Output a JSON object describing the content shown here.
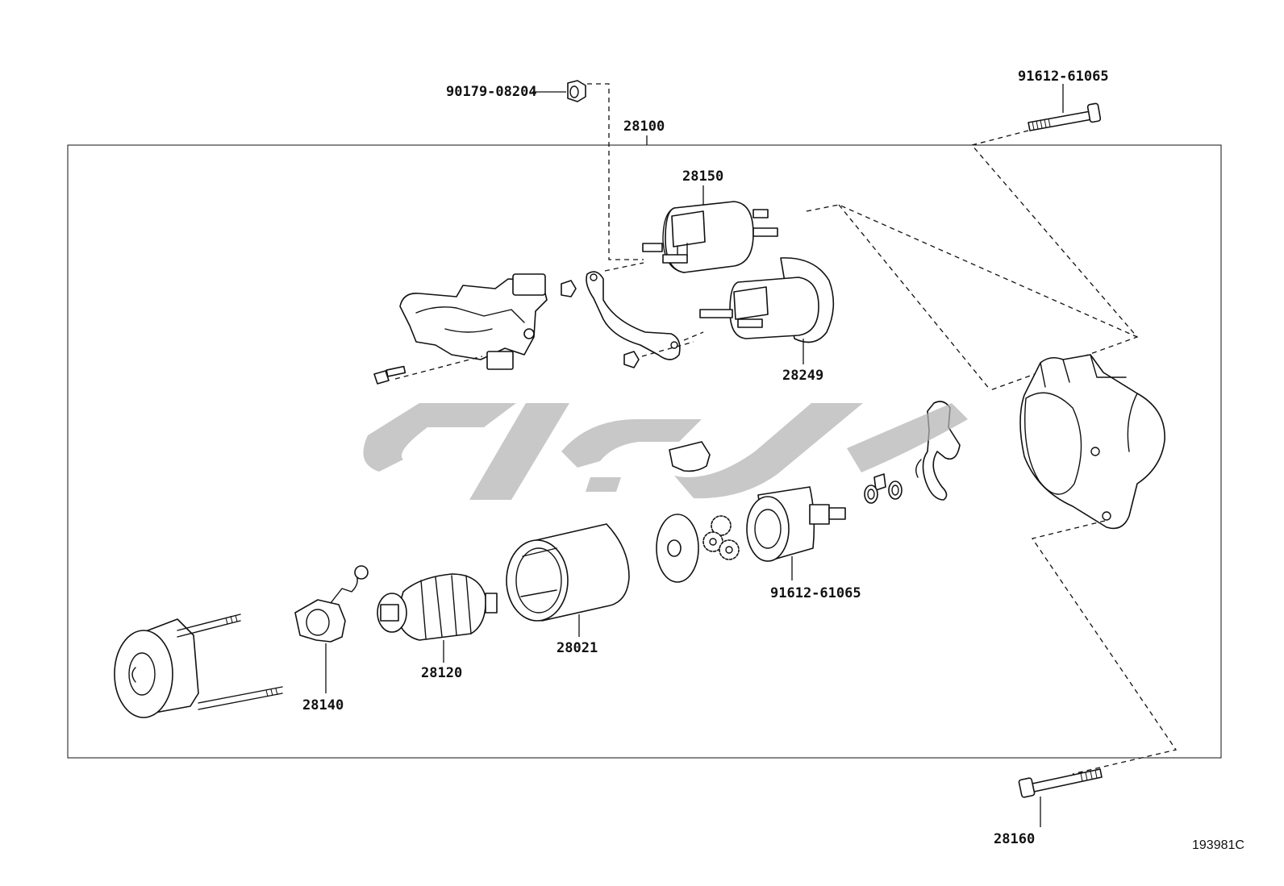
{
  "diagram": {
    "figure_code": "193981C",
    "assembly_label": "28100",
    "parts": [
      {
        "id": "nut_top",
        "label": "90179-08204"
      },
      {
        "id": "bolt_top",
        "label": "91612-61065"
      },
      {
        "id": "bolt_bottom",
        "label": "91612-61065"
      },
      {
        "id": "solenoid",
        "label": "28150"
      },
      {
        "id": "solenoid_lower",
        "label": "28249"
      },
      {
        "id": "clutch",
        "label": "28021"
      },
      {
        "id": "yoke",
        "label": "28120"
      },
      {
        "id": "armature",
        "label": "28160"
      },
      {
        "id": "brush_holder",
        "label": "28140"
      }
    ]
  },
  "watermark": {
    "icon": "watermark-logo",
    "color": "#b3b3b3"
  }
}
